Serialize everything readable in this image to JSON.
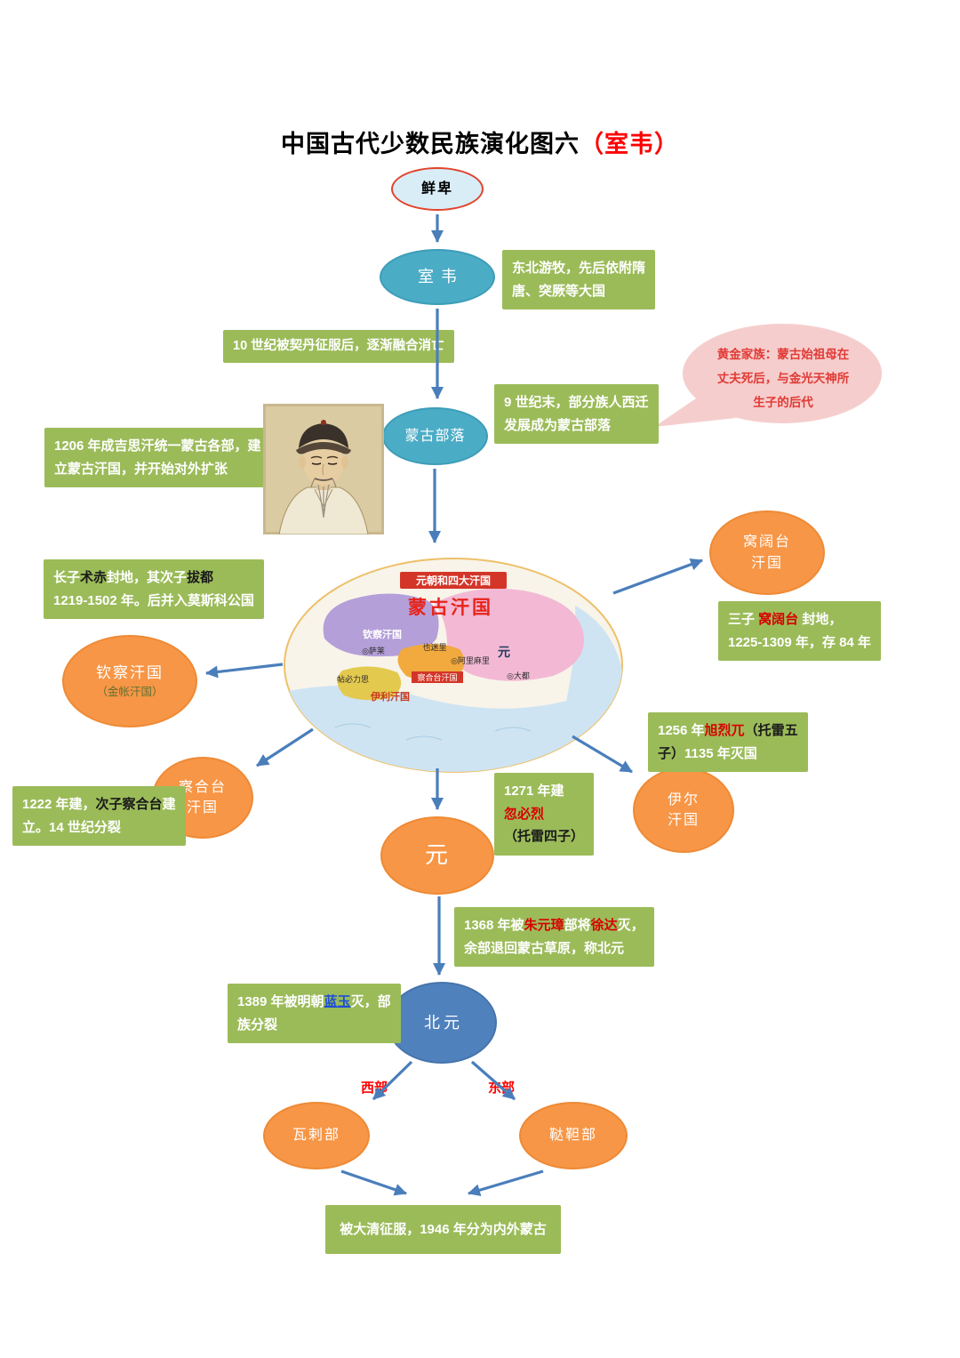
{
  "title": {
    "main": "中国古代少数民族演化图六",
    "highlight": "（室韦）"
  },
  "nodes": {
    "xianbei": "鲜卑",
    "shiwei": "室韦",
    "mongol_tribe": "蒙古部落",
    "wokuotai_l1": "窝阔台",
    "wokuotai_l2": "汗国",
    "qincha_l1": "钦察汗国",
    "qincha_l2": "（金帐汗国）",
    "chahetai_l1": "察合台",
    "chahetai_l2": "汗国",
    "yier_l1": "伊尔",
    "yier_l2": "汗国",
    "yuan": "元",
    "beiyuan": "北元",
    "wala": "瓦剌部",
    "dada": "鞑靼部"
  },
  "notes": {
    "shiwei": {
      "l1": "东北游牧，先后依附隋",
      "l2": "唐、突厥等大国"
    },
    "khitan": "10 世纪被契丹征服后，逐渐融合消亡",
    "westward": {
      "l1": "9 世纪末，部分族人西迁",
      "l2": "发展成为蒙古部落"
    },
    "golden_family": {
      "l1": "黄金家族：蒙古始祖母在",
      "l2": "丈夫死后，与金光天神所",
      "l3": "生子的后代"
    },
    "genghis": {
      "l1": "1206 年成吉思汗统一蒙古各部，建",
      "l2": "立蒙古汗国，并开始对外扩张"
    },
    "shuchi": {
      "s1": "长子",
      "s2": "术赤",
      "s3": "封地，其次子",
      "s4": "拔都",
      "l2": "1219-1502 年。后并入莫斯科公国"
    },
    "wokuotai": {
      "s1": "三子 ",
      "s2": "窝阔台",
      "s3": " 封地，",
      "l2": "1225-1309 年，存 84 年"
    },
    "xuliewu": {
      "s1": "1256 年",
      "s2": "旭烈兀",
      "s3": "（托雷五",
      "s4": "子）",
      "s5": "1135 年灭国"
    },
    "chahetai": {
      "s1": "1222 年建，",
      "s2": "次子察合台",
      "s3": "建",
      "l2": "立。14 世纪分裂"
    },
    "hubilie": {
      "l1": "1271 年建",
      "l2": "忽必烈",
      "l3": "（托雷四子）"
    },
    "mingfall": {
      "s1": "1368 年被",
      "s2": "朱元璋",
      "s3": "部将",
      "s4": "徐达",
      "s5": "灭，",
      "l2": "余部退回蒙古草原，称北元"
    },
    "lanyu": {
      "s1": "1389 年被明朝",
      "s2": "蓝玉",
      "s3": "灭，部",
      "l2": "族分裂"
    },
    "qing": "被大清征服，1946 年分为内外蒙古"
  },
  "branch_labels": {
    "west": "西部",
    "east": "东部"
  },
  "map": {
    "title": "元朝和四大汗国",
    "name": "蒙古汗国",
    "regions": {
      "qincha": "钦察汗国",
      "salai": "◎萨莱",
      "yemili": "也迷里",
      "alimali": "◎阿里麻里",
      "chahetai": "察合台汗国",
      "tiebilisi": "帖必力思",
      "yili": "伊利汗国",
      "dadu": "◎大都",
      "yuan": "元"
    }
  },
  "colors": {
    "note_green": "#9bbb59",
    "node_teal": "#4bacc6",
    "node_orange": "#f79646",
    "node_blue": "#4f81bd",
    "arrow_blue": "#4a7ebb",
    "highlight_red": "#fe0000",
    "bubble_pink": "#f6cdcd"
  }
}
